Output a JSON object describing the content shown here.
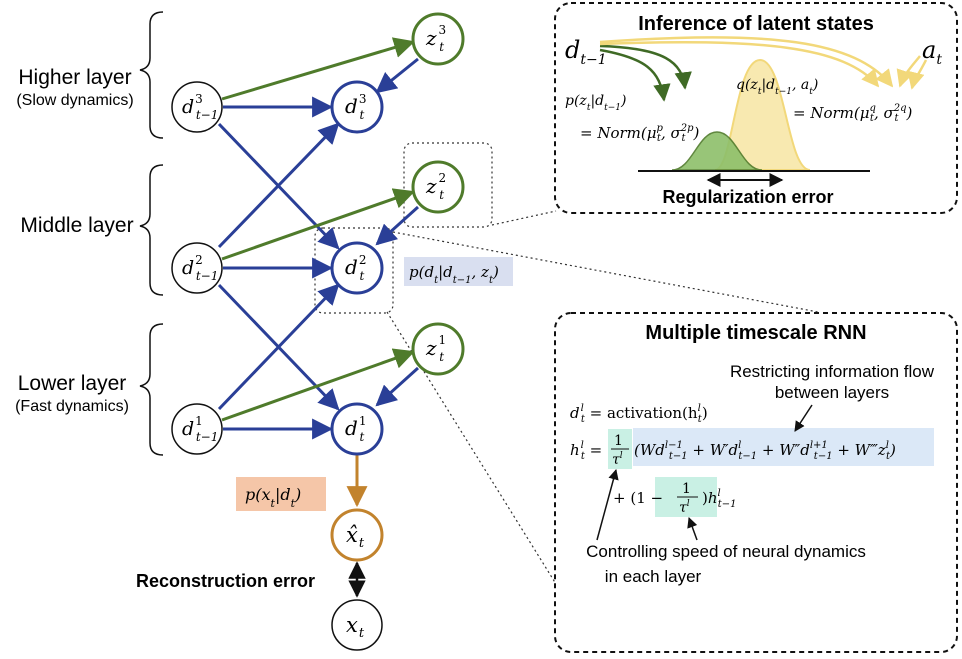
{
  "layers": {
    "higher": {
      "title": "Higher layer",
      "subtitle": "(Slow dynamics)"
    },
    "middle": {
      "title": "Middle layer"
    },
    "lower": {
      "title": "Lower layer",
      "subtitle": "(Fast dynamics)"
    }
  },
  "nodes": {
    "d3_prev": {
      "base": "d",
      "sup": "3",
      "sub": "t−1"
    },
    "d3": {
      "base": "d",
      "sup": "3",
      "sub": "t"
    },
    "z3": {
      "base": "z",
      "sup": "3",
      "sub": "t"
    },
    "d2_prev": {
      "base": "d",
      "sup": "2",
      "sub": "t−1"
    },
    "d2": {
      "base": "d",
      "sup": "2",
      "sub": "t"
    },
    "z2": {
      "base": "z",
      "sup": "2",
      "sub": "t"
    },
    "d1_prev": {
      "base": "d",
      "sup": "1",
      "sub": "t−1"
    },
    "d1": {
      "base": "d",
      "sup": "1",
      "sub": "t"
    },
    "z1": {
      "base": "z",
      "sup": "1",
      "sub": "t"
    },
    "xhat": {
      "base": "x̂",
      "sub": "t"
    },
    "x": {
      "base": "x",
      "sub": "t"
    }
  },
  "labels": {
    "prior_transition": "p(d_t|d_t−1, z_t)",
    "decoder": "p(x_t|d_t)",
    "reconstruction_error": "Reconstruction error"
  },
  "inference_panel": {
    "title": "Inference of latent states",
    "d_prev": "d_t−1",
    "a_t": "a_t",
    "prior": "p(z_t|d_t−1)",
    "posterior": "q(z_t|d_t−1, a_t)",
    "prior_dist": "= Norm(μ_t^p, σ_t^2p)",
    "posterior_dist": "= Norm(μ_t^q, σ_t^2q)",
    "regularization": "Regularization error"
  },
  "rnn_panel": {
    "title": "Multiple timescale RNN",
    "annotation_top": "Restricting information flow between layers",
    "annotation_top_line1": "Restricting information flow",
    "annotation_top_line2": "between layers",
    "eq1": "d_t^l = activation(h_t^l)",
    "eq2": "h_t^l = 1/τ^l (W d_t−1^l−1 + W′ d_t−1^l + W″ d_t−1^l+1 + W‴ z_t^l)",
    "eq3": "+ (1 − 1/τ^l) h_t−1^l",
    "annotation_bottom": "Controlling speed of neural dynamics in each layer",
    "annotation_bottom_line1": "Controlling speed of neural dynamics",
    "annotation_bottom_line2": "in each layer"
  },
  "colors": {
    "blue": "#2a3f97",
    "green": "#4f7b2b",
    "orange": "#c2832d",
    "yellow": "#f2d87a",
    "lightblue": "#dbe8f7",
    "lavender": "#d9dff0",
    "peach": "#f5c6a8",
    "mint": "#c9f0e4"
  }
}
